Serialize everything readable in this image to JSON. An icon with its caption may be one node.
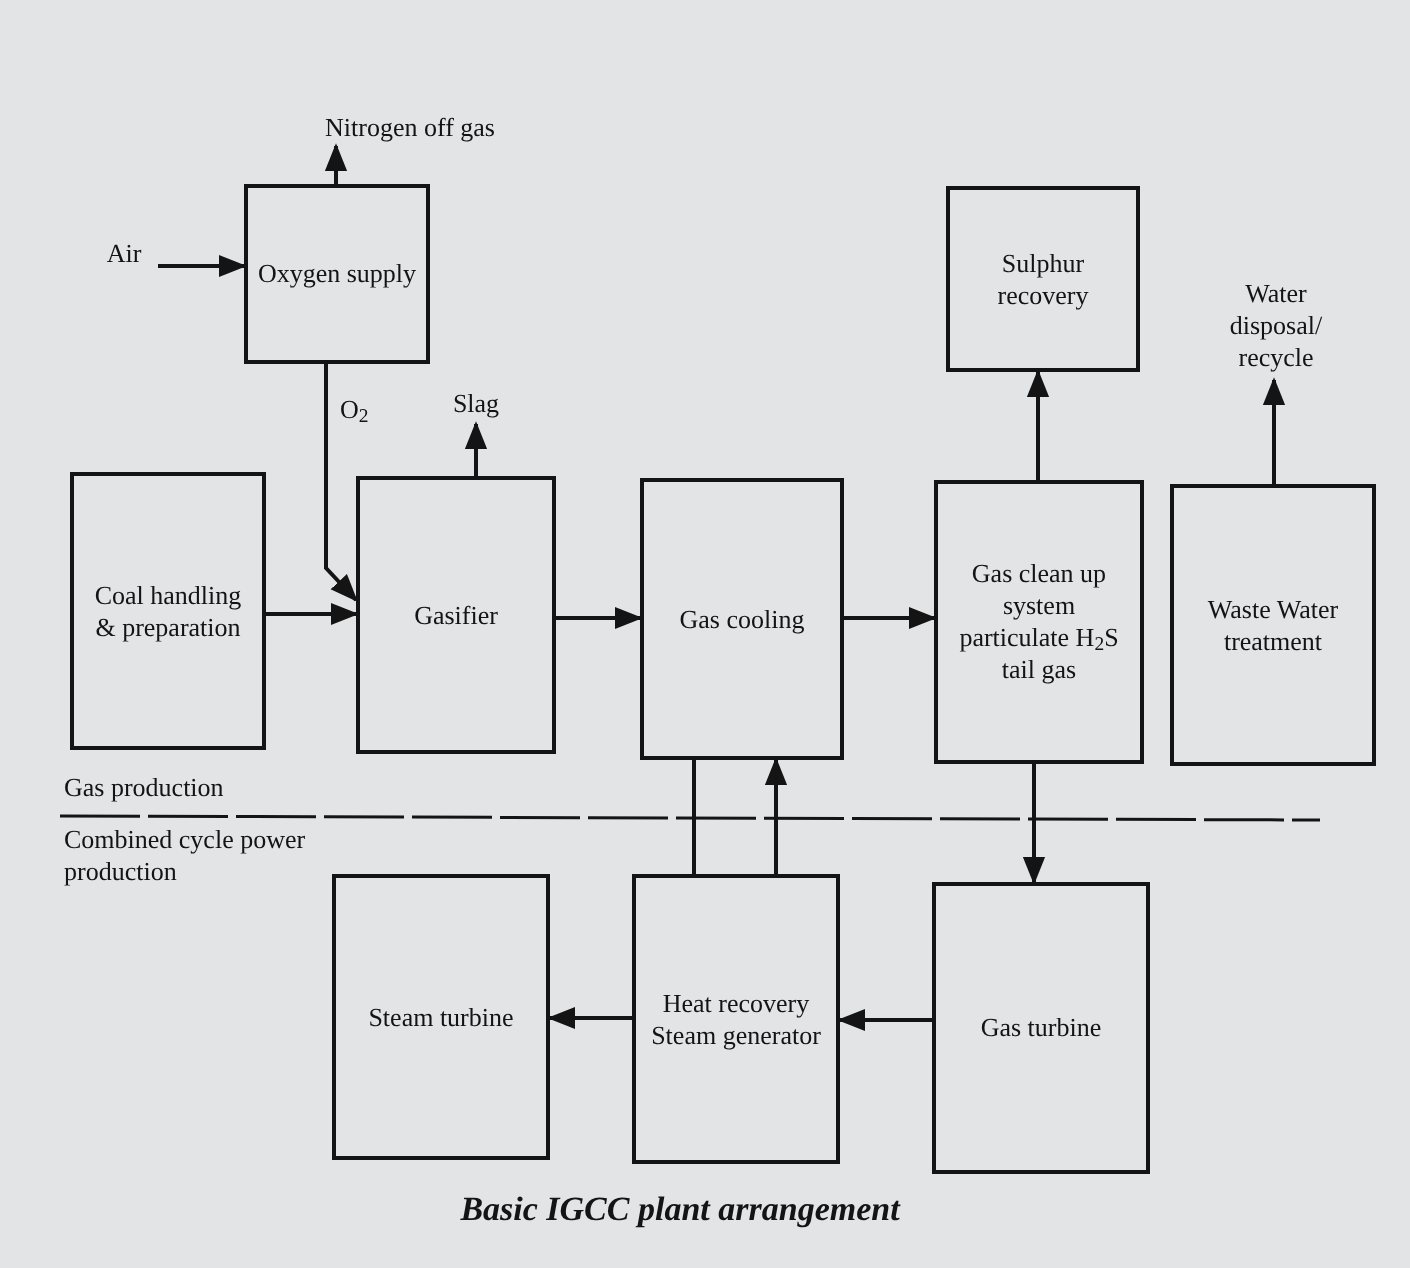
{
  "diagram": {
    "caption": "Basic IGCC plant arrangement",
    "nodes": [
      {
        "text": [
          "Air"
        ]
      },
      {
        "text": [
          "Nitrogen off gas"
        ]
      },
      {
        "text": [
          "Oxygen supply"
        ]
      },
      {
        "text": [
          "Slag"
        ]
      },
      {
        "text": [
          "Coal handling & preparation"
        ]
      },
      {
        "text": [
          "Gasifier"
        ]
      },
      {
        "text": [
          "Gas cooling"
        ]
      },
      {
        "text": [
          "Sulphur recovery"
        ]
      },
      {
        "text": [
          "Water disposal/ recycle"
        ]
      },
      {
        "text": [
          "Gas clean up system particulate H$_{2}$S tail gas"
        ]
      },
      {
        "text": [
          "Waste Water treatment"
        ]
      },
      {
        "text": [
          "Steam turbine"
        ]
      },
      {
        "text": [
          "Heat recovery Steam generator"
        ]
      },
      {
        "text": [
          "Gas turbine"
        ]
      }
    ],
    "edges": [
      {
        "from": 0,
        "to": 2,
        "arrow": "to"
      },
      {
        "from": 2,
        "to": 1,
        "arrow": "to"
      },
      {
        "from": 2,
        "to": 5,
        "arrow": "to",
        "label": "O$_{2}$"
      },
      {
        "from": 4,
        "to": 5,
        "arrow": "to"
      },
      {
        "from": 5,
        "to": 3,
        "arrow": "to"
      },
      {
        "from": 5,
        "to": 6,
        "arrow": "to"
      },
      {
        "from": 6,
        "to": 9,
        "arrow": "to"
      },
      {
        "from": 9,
        "to": 7,
        "arrow": "to"
      },
      {
        "from": 10,
        "to": 8,
        "arrow": "to"
      },
      {
        "from": 9,
        "to": 13,
        "arrow": "to"
      },
      {
        "from": 6,
        "to": 12,
        "arrow": "none"
      },
      {
        "from": 12,
        "to": 6,
        "arrow": "to"
      },
      {
        "from": 13,
        "to": 12,
        "arrow": "to"
      },
      {
        "from": 12,
        "to": 11,
        "arrow": "to"
      }
    ],
    "labels": [
      "Gas production",
      "Combined cycle power production"
    ]
  }
}
